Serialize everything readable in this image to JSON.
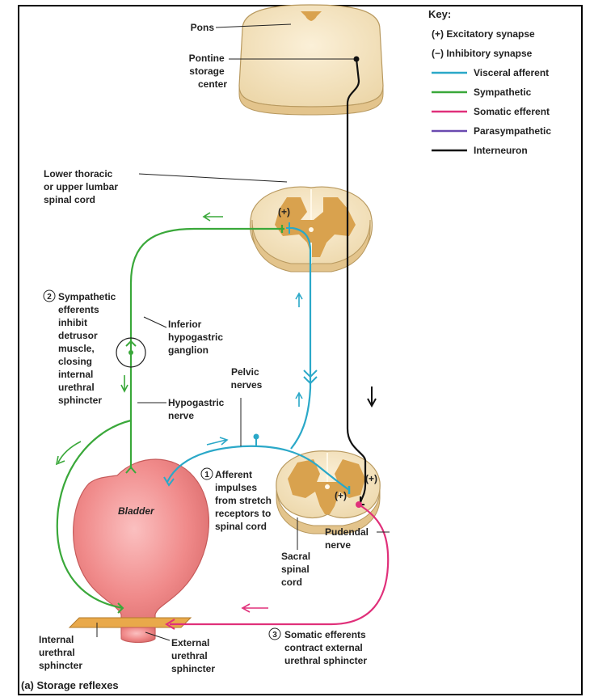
{
  "labels": {
    "pons": "Pons",
    "pontine": [
      "Pontine",
      "storage",
      "center"
    ],
    "thoracic": [
      "Lower thoracic",
      "or upper lumbar",
      "spinal cord"
    ],
    "symp_num": "2",
    "symp_text": [
      "Sympathetic",
      "efferents",
      "inhibit",
      "detrusor",
      "muscle,",
      "closing",
      "internal",
      "urethral",
      "sphincter"
    ],
    "inferior": [
      "Inferior",
      "hypogastric",
      "ganglion"
    ],
    "pelvic": [
      "Pelvic",
      "nerves"
    ],
    "hypogastric": [
      "Hypogastric",
      "nerve"
    ],
    "aff_num": "1",
    "afferent": [
      "Afferent",
      "impulses",
      "from stretch",
      "receptors to",
      "spinal cord"
    ],
    "bladder": "Bladder",
    "pudendal": [
      "Pudendal",
      "nerve"
    ],
    "sacral": [
      "Sacral",
      "spinal",
      "cord"
    ],
    "som_num": "3",
    "somatic": [
      "Somatic efferents",
      "contract external",
      "urethral sphincter"
    ],
    "internal": [
      "Internal",
      "urethral",
      "sphincter"
    ],
    "external": [
      "External",
      "urethral",
      "sphincter"
    ],
    "plus": "(+)",
    "caption": "(a) Storage reflexes"
  },
  "key": {
    "title": "Key:",
    "excitatory": "(+) Excitatory synapse",
    "inhibitory": "(−) Inhibitory synapse",
    "items": [
      {
        "label": "Visceral afferent",
        "color": "#2aa8c8"
      },
      {
        "label": "Sympathetic",
        "color": "#3aa83a"
      },
      {
        "label": "Somatic efferent",
        "color": "#e0307a"
      },
      {
        "label": "Parasympathetic",
        "color": "#6a4ab0"
      },
      {
        "label": "Interneuron",
        "color": "#111111"
      }
    ]
  },
  "colors": {
    "afferent": "#2aa8c8",
    "sympathetic": "#3aa83a",
    "somatic": "#e0307a",
    "interneuron": "#111111",
    "tissue": "#f7e7c4",
    "gray_matter": "#d9a24e",
    "bladder": "#f08a8a"
  }
}
